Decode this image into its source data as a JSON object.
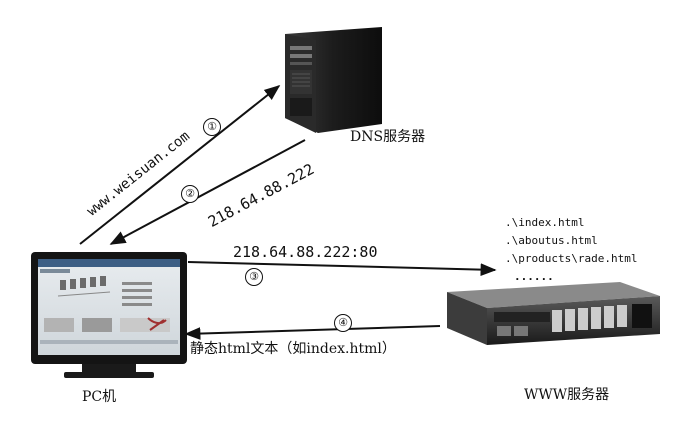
{
  "nodes": {
    "dns_label": "DNS服务器",
    "pc_label": "PC机",
    "www_label": "WWW服务器"
  },
  "steps": {
    "s1": {
      "num": "①",
      "text": "www.weisuan.com"
    },
    "s2": {
      "num": "②",
      "text": "218.64.88.222"
    },
    "s3": {
      "num": "③",
      "text": "218.64.88.222:80"
    },
    "s4": {
      "num": "④",
      "text": "静态html文本（如index.html）"
    }
  },
  "www_files": [
    ".\\index.html",
    ".\\aboutus.html",
    ".\\products\\rade.html",
    "......"
  ]
}
